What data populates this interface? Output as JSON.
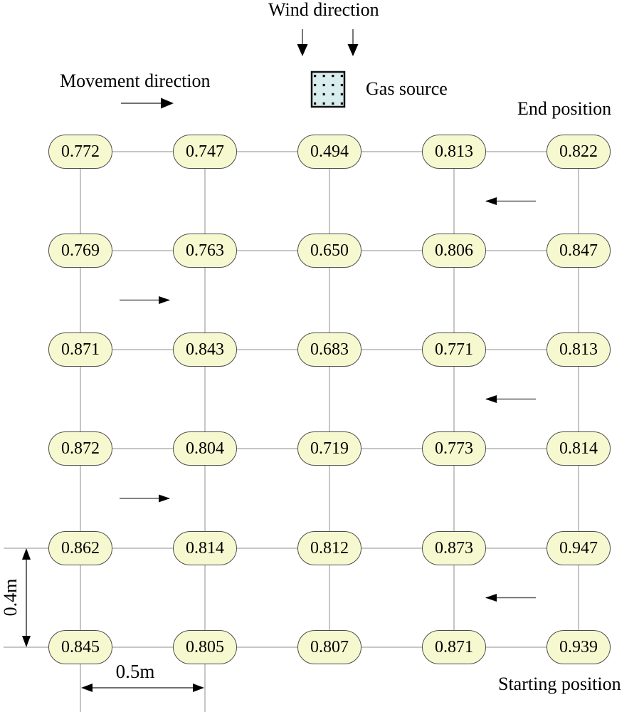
{
  "labels": {
    "wind_direction": "Wind direction",
    "movement_direction": "Movement direction",
    "gas_source": "Gas source",
    "end_position": "End position",
    "starting_position": "Starting position",
    "row_spacing": "0.4m",
    "col_spacing": "0.5m"
  },
  "colors": {
    "node_fill": "#f6f9cf",
    "node_border": "#4d4d4d",
    "grid_line": "#8c8c8c",
    "gas_source_fill": "#d9ecee",
    "arrow_head": "#000000"
  },
  "grid": {
    "rows": [
      [
        "0.772",
        "0.747",
        "0.494",
        "0.813",
        "0.822"
      ],
      [
        "0.769",
        "0.763",
        "0.650",
        "0.806",
        "0.847"
      ],
      [
        "0.871",
        "0.843",
        "0.683",
        "0.771",
        "0.813"
      ],
      [
        "0.872",
        "0.804",
        "0.719",
        "0.773",
        "0.814"
      ],
      [
        "0.862",
        "0.814",
        "0.812",
        "0.873",
        "0.947"
      ],
      [
        "0.845",
        "0.805",
        "0.807",
        "0.871",
        "0.939"
      ]
    ]
  },
  "path_arrows": [
    {
      "between_rows": [
        1,
        2
      ],
      "side": "right",
      "direction": "left"
    },
    {
      "between_rows": [
        2,
        3
      ],
      "side": "left",
      "direction": "right"
    },
    {
      "between_rows": [
        3,
        4
      ],
      "side": "right",
      "direction": "left"
    },
    {
      "between_rows": [
        4,
        5
      ],
      "side": "left",
      "direction": "right"
    },
    {
      "between_rows": [
        5,
        6
      ],
      "side": "right",
      "direction": "left"
    }
  ],
  "wind_arrows_count": 2
}
